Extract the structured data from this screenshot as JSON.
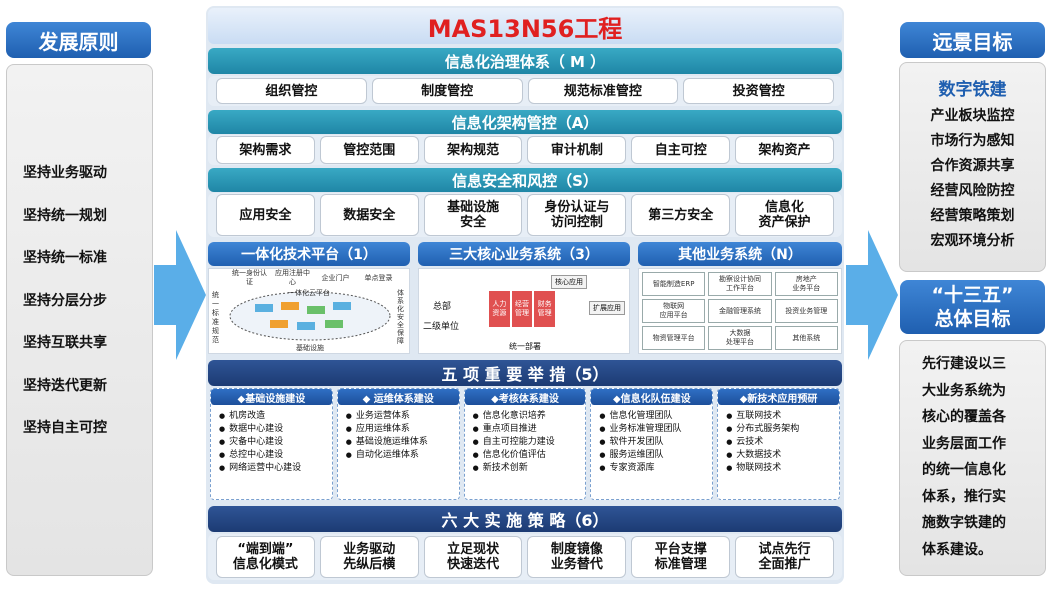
{
  "left": {
    "title": "发展原则",
    "items": [
      "坚持业务驱动",
      "坚持统一规划",
      "坚持统一标准",
      "坚持分层分步",
      "坚持互联共享",
      "坚持迭代更新",
      "坚持自主可控"
    ]
  },
  "main": {
    "title": "MAS13N56工程",
    "governance": {
      "title": "信息化治理体系（ M ）",
      "items": [
        "组织管控",
        "制度管控",
        "规范标准管控",
        "投资管控"
      ]
    },
    "architecture": {
      "title": "信息化架构管控（A）",
      "items": [
        "架构需求",
        "管控范围",
        "架构规范",
        "审计机制",
        "自主可控",
        "架构资产"
      ]
    },
    "security": {
      "title": "信息安全和风控（S）",
      "items": [
        [
          "应用安全"
        ],
        [
          "数据安全"
        ],
        [
          "基础设施",
          "安全"
        ],
        [
          "身份认证与",
          "访问控制"
        ],
        [
          "第三方安全"
        ],
        [
          "信息化",
          "资产保护"
        ]
      ]
    },
    "platform": {
      "title": "一体化技术平台（1）",
      "top_labels": [
        "统一身份认证",
        "应用注册中心",
        "企业门户",
        "单点登录"
      ],
      "cloud_label": "一体化云平台",
      "side_left": "统一标准规范",
      "side_right": "体系化安全保障",
      "bottom_label": "基础设施"
    },
    "core": {
      "title": "三大核心业务系统（3）",
      "lbl_hq": "总部",
      "lbl_l2": "二级单位",
      "boxes": [
        "人力资源",
        "经营管理",
        "财务管理"
      ],
      "tag_core": "核心应用",
      "tag_ext": "扩展应用",
      "bottom": "统一部署"
    },
    "others": {
      "title": "其他业务系统（N）",
      "cells": [
        [
          "智能制造ERP"
        ],
        [
          "勘察设计协同",
          "工作平台"
        ],
        [
          "房地产",
          "业务平台"
        ],
        [
          "物联网",
          "应用平台"
        ],
        [
          "金融管理系统"
        ],
        [
          "投资业务管理"
        ],
        [
          "物资管理平台"
        ],
        [
          "大数据",
          "处理平台"
        ],
        [
          "其他系统"
        ]
      ]
    },
    "measures": {
      "title": "五 项 重 要 举 措（5）",
      "columns": [
        {
          "title": "◆基础设施建设",
          "items": [
            "机房改造",
            "数据中心建设",
            "灾备中心建设",
            "总控中心建设",
            "网络运营中心建设"
          ]
        },
        {
          "title": "◆ 运维体系建设",
          "items": [
            "业务运营体系",
            "应用运维体系",
            "基础设施运维体系",
            "自动化运维体系"
          ]
        },
        {
          "title": "◆考核体系建设",
          "items": [
            "信息化意识培养",
            "重点项目推进",
            "自主可控能力建设",
            "信息化价值评估",
            "新技术创新"
          ]
        },
        {
          "title": "◆信息化队伍建设",
          "items": [
            "信息化管理团队",
            "业务标准管理团队",
            "软件开发团队",
            "服务运维团队",
            "专家资源库"
          ]
        },
        {
          "title": "◆新技术应用预研",
          "items": [
            "互联网技术",
            "分布式服务架构",
            "云技术",
            "大数据技术",
            "物联网技术"
          ]
        }
      ]
    },
    "strategies": {
      "title": "六 大 实 施 策 略（6）",
      "items": [
        [
          "“端到端”",
          "信息化模式"
        ],
        [
          "业务驱动",
          "先纵后横"
        ],
        [
          "立足现状",
          "快速迭代"
        ],
        [
          "制度镜像",
          "业务替代"
        ],
        [
          "平台支撑",
          "标准管理"
        ],
        [
          "试点先行",
          "全面推广"
        ]
      ]
    }
  },
  "right": {
    "vision_title": "远景目标",
    "vision_head": "数字铁建",
    "vision_items": [
      "产业板块监控",
      "市场行为感知",
      "合作资源共享",
      "经营风险防控",
      "经营策略策划",
      "宏观环境分析"
    ],
    "goal_title_1": "“十三五”",
    "goal_title_2": "总体目标",
    "goal_text": [
      "先行建设以三",
      "大业务系统为",
      "核心的覆盖各",
      "业务层面工作",
      "的统一信息化",
      "体系，推行实",
      "施数字铁建的",
      "体系建设。"
    ]
  },
  "colors": {
    "accent_blue": "#1f5fb0",
    "title_red": "#e02020",
    "arrow_blue": "#5aaee8"
  }
}
